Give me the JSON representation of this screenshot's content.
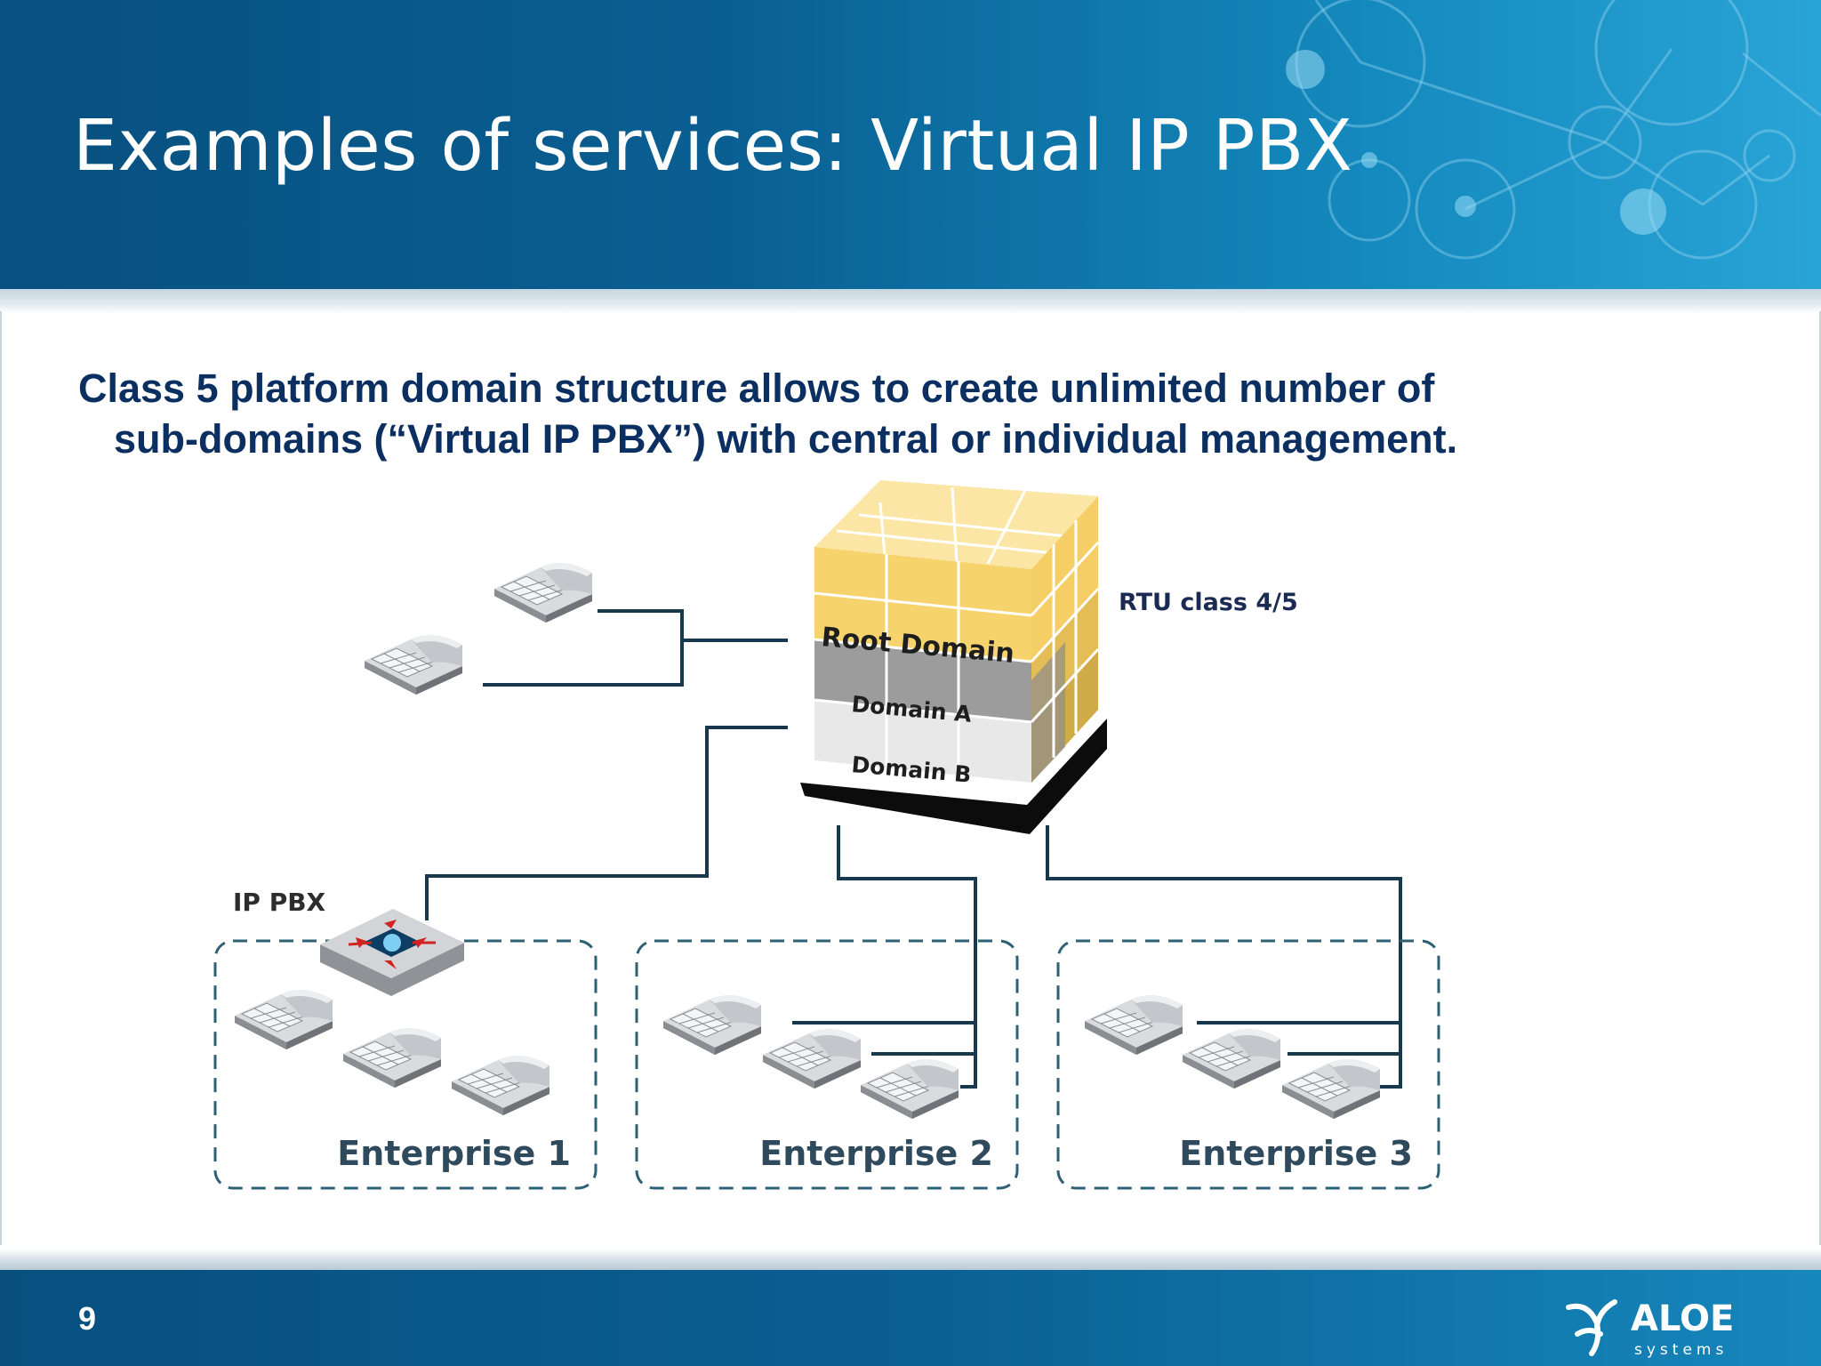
{
  "slide": {
    "title": "Examples of services: Virtual IP PBX",
    "subtitle_line1": "Class 5 platform domain structure allows to create unlimited number of",
    "subtitle_line2": "sub-domains (“Virtual IP PBX”) with central or individual management.",
    "page_number": "9"
  },
  "diagram": {
    "rtu_label": "RTU class 4/5",
    "root_domain": "Root Domain",
    "domain_a": "Domain A",
    "domain_b": "Domain B",
    "ip_pbx_label": "IP PBX",
    "enterprises": [
      "Enterprise 1",
      "Enterprise 2",
      "Enterprise 3"
    ]
  },
  "logo": {
    "name": "ALOE",
    "tagline": "systems"
  },
  "colors": {
    "header_dark": "#07507f",
    "header_light": "#29a4d6",
    "text_dark_blue": "#0b2f61",
    "cube_yellow": "#f7d36e",
    "line": "#18384e"
  }
}
